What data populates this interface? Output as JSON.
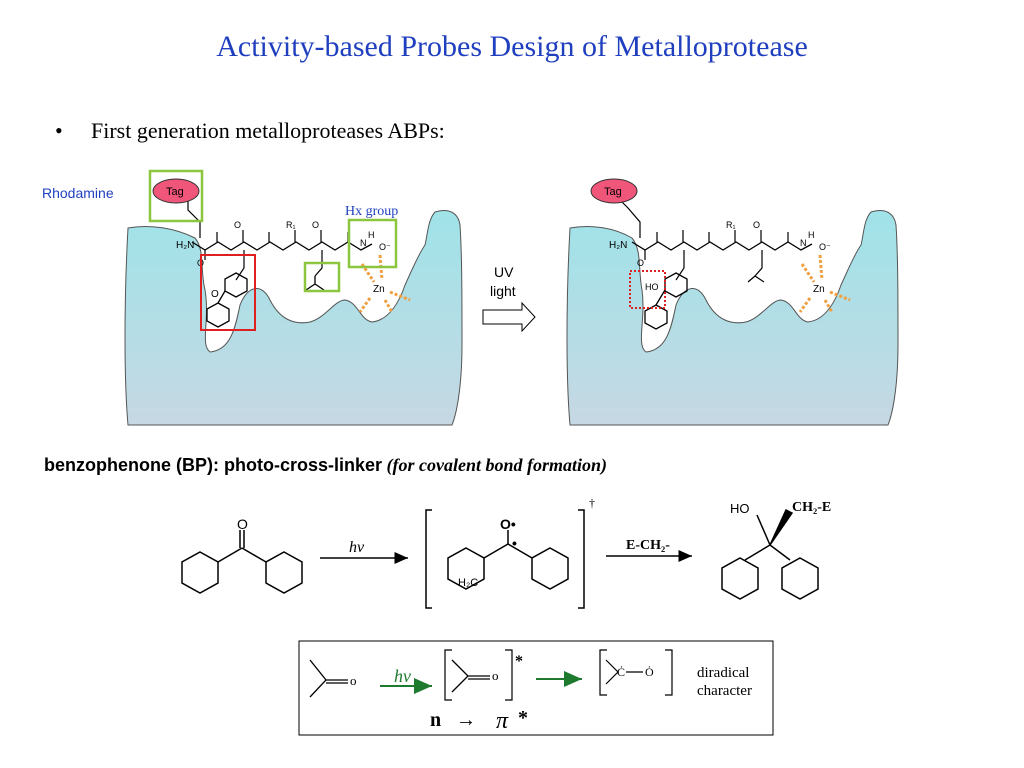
{
  "slide": {
    "title": "Activity-based Probes Design of Metalloprotease",
    "bullet_marker": "•",
    "bullet_text": "First generation metalloproteases ABPs:"
  },
  "diagram": {
    "rhodamine_label": "Rhodamine",
    "tag_label_left": "Tag",
    "tag_label_right": "Tag",
    "hx_group_label": "Hx group",
    "zn_left": "Zn",
    "zn_right": "Zn",
    "uv_label_line1": "UV",
    "uv_label_line2": "light",
    "ho_label": "HO",
    "h2n_left": "H₂N",
    "h2n_right": "H₂N",
    "r1_left": "R₁",
    "r1_right": "R₁"
  },
  "reaction": {
    "heading_bold": "benzophenone (BP): photo-cross-linker",
    "heading_italic": "(for covalent bond formation)",
    "hv_label": "hν",
    "dagger": "†",
    "reagent_label": "E-CH₂-",
    "product_ho": "HO",
    "product_ch2e": "CH₂-E",
    "carbonyl_o": "O",
    "radical_o": "O•",
    "h2c_label": "H₂C"
  },
  "inset": {
    "hv_label": "hν",
    "star": "*",
    "o_label": "o",
    "radical_c": "Ċ",
    "radical_o": "Ȯ",
    "diradical_line1": "diradical",
    "diradical_line2": "character",
    "transition_n": "n",
    "transition_arrow": "→",
    "transition_pi": "π",
    "transition_star": "*"
  },
  "colors": {
    "title": "#1f3fbf",
    "protein_fill": "#b7e0e6",
    "tag_fill": "#f0567a",
    "green_box": "#8cc63f",
    "red_box": "#e02020",
    "orange_dash": "#f0a040",
    "inset_arrow": "#1e7a2e"
  }
}
